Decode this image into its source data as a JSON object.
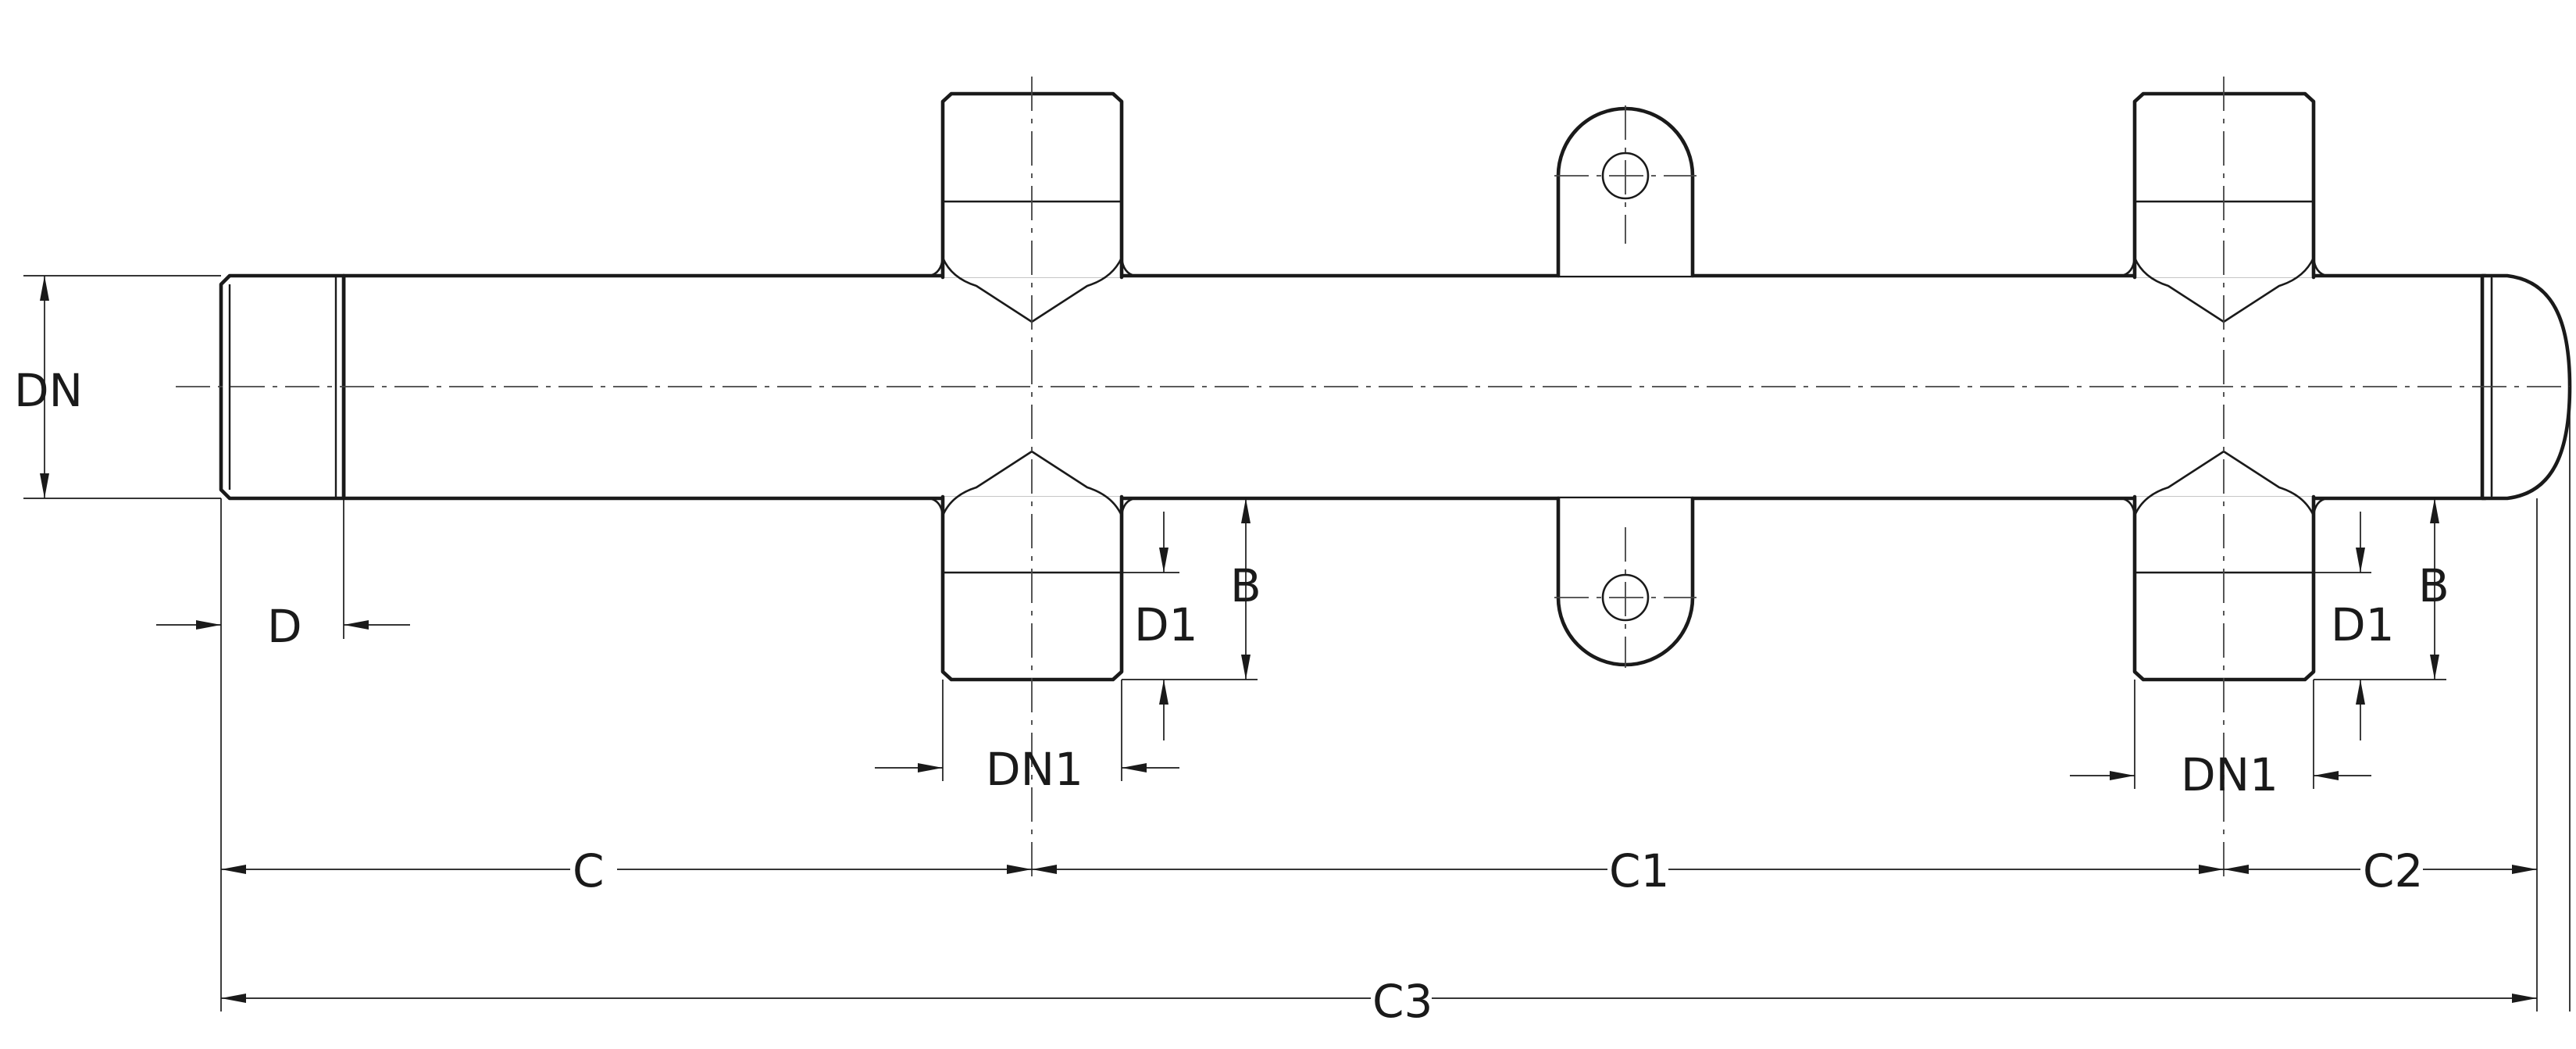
{
  "labels": {
    "dn": "DN",
    "d": "D",
    "b_left": "B",
    "d1_left": "D1",
    "dn1_left": "DN1",
    "b_right": "B",
    "d1_right": "D1",
    "dn1_right": "DN1",
    "c": "C",
    "c1": "C1",
    "c2": "C2",
    "c3": "C3"
  },
  "colors": {
    "line": "#1a1a1a",
    "background": "#ffffff"
  }
}
